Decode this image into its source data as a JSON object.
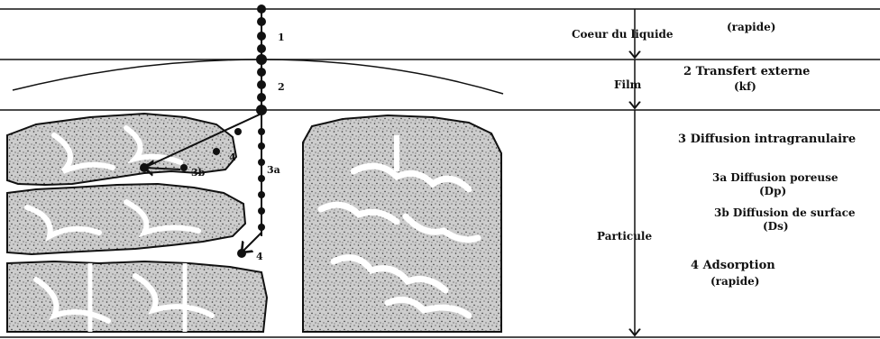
{
  "regions": {
    "liquid": "Coeur du liquide",
    "film": "Film",
    "particle": "Particule"
  },
  "path_labels": {
    "step1": "1",
    "step2": "2",
    "step3a": "3a",
    "step3b": "3b",
    "step4_upper": "4",
    "step4_lower": "4"
  },
  "legend": {
    "liquid_speed": "(rapide)",
    "external_transfer": "2 Transfert externe",
    "external_coef": "(kf)",
    "intragranular": "3 Diffusion intragranulaire",
    "pore": "3a Diffusion poreuse",
    "pore_coef": "(Dp)",
    "surface": "3b Diffusion de surface",
    "surface_coef": "(Ds)",
    "adsorption": "4 Adsorption",
    "adsorption_speed": "(rapide)"
  },
  "colors": {
    "ink": "#111111",
    "grain_fill": "#c9c9c9",
    "pore": "#ffffff"
  }
}
